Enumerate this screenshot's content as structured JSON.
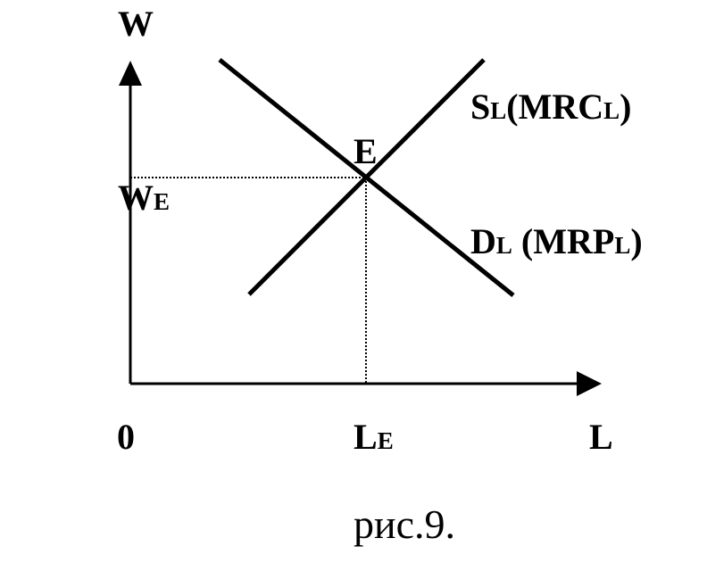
{
  "axes": {
    "y_label": "W",
    "x_label": "L",
    "origin_label": "0"
  },
  "equilibrium": {
    "point_label": "E",
    "wage_main": "W",
    "wage_sub": "E",
    "labor_main": "L",
    "labor_sub": "E"
  },
  "supply_curve": {
    "s_main": "S",
    "s_sub": "L",
    "paren_open": "(MRC",
    "mrc_sub": "L",
    "paren_close": ")"
  },
  "demand_curve": {
    "d_main": "D",
    "d_sub": "L",
    "paren_open": " (MRP",
    "mrp_sub": "L",
    "paren_close": ")"
  },
  "caption": "рис.9.",
  "colors": {
    "ink": "#000000",
    "background": "#ffffff"
  }
}
